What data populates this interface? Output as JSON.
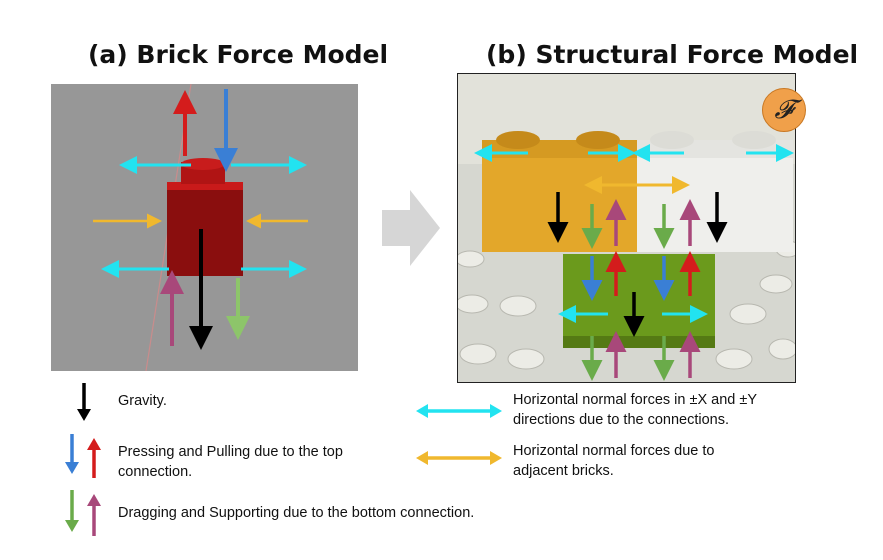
{
  "titles": {
    "brick_force_model": "(a) Brick Force Model",
    "structural_force_model": "(b) Structural Force Model"
  },
  "badge": {
    "symbol": "𝓕"
  },
  "legend": {
    "gravity": "Gravity.",
    "pressing_pulling_line1": "Pressing and Pulling due to the top",
    "pressing_pulling_line2": "connection.",
    "dragging_supporting": "Dragging and Supporting due to the bottom connection.",
    "horizontal_connections_line1": "Horizontal normal forces in ±X and ±Y",
    "horizontal_connections_line2": "directions due to the connections.",
    "horizontal_adjacent_line1": "Horizontal normal forces due to",
    "horizontal_adjacent_line2": "adjacent bricks."
  },
  "colors": {
    "gravity": "#000000",
    "pressing": "#3a7fd5",
    "pulling": "#d41c1c",
    "dragging": "#6aab4a",
    "supporting": "#a8487a",
    "connection_normal": "#22e3f0",
    "adjacent_normal": "#f0b82e",
    "brick_red": "#b01414",
    "brick_yellow": "#e3a72a",
    "brick_white": "#efefec",
    "brick_green": "#6b9a1c"
  }
}
